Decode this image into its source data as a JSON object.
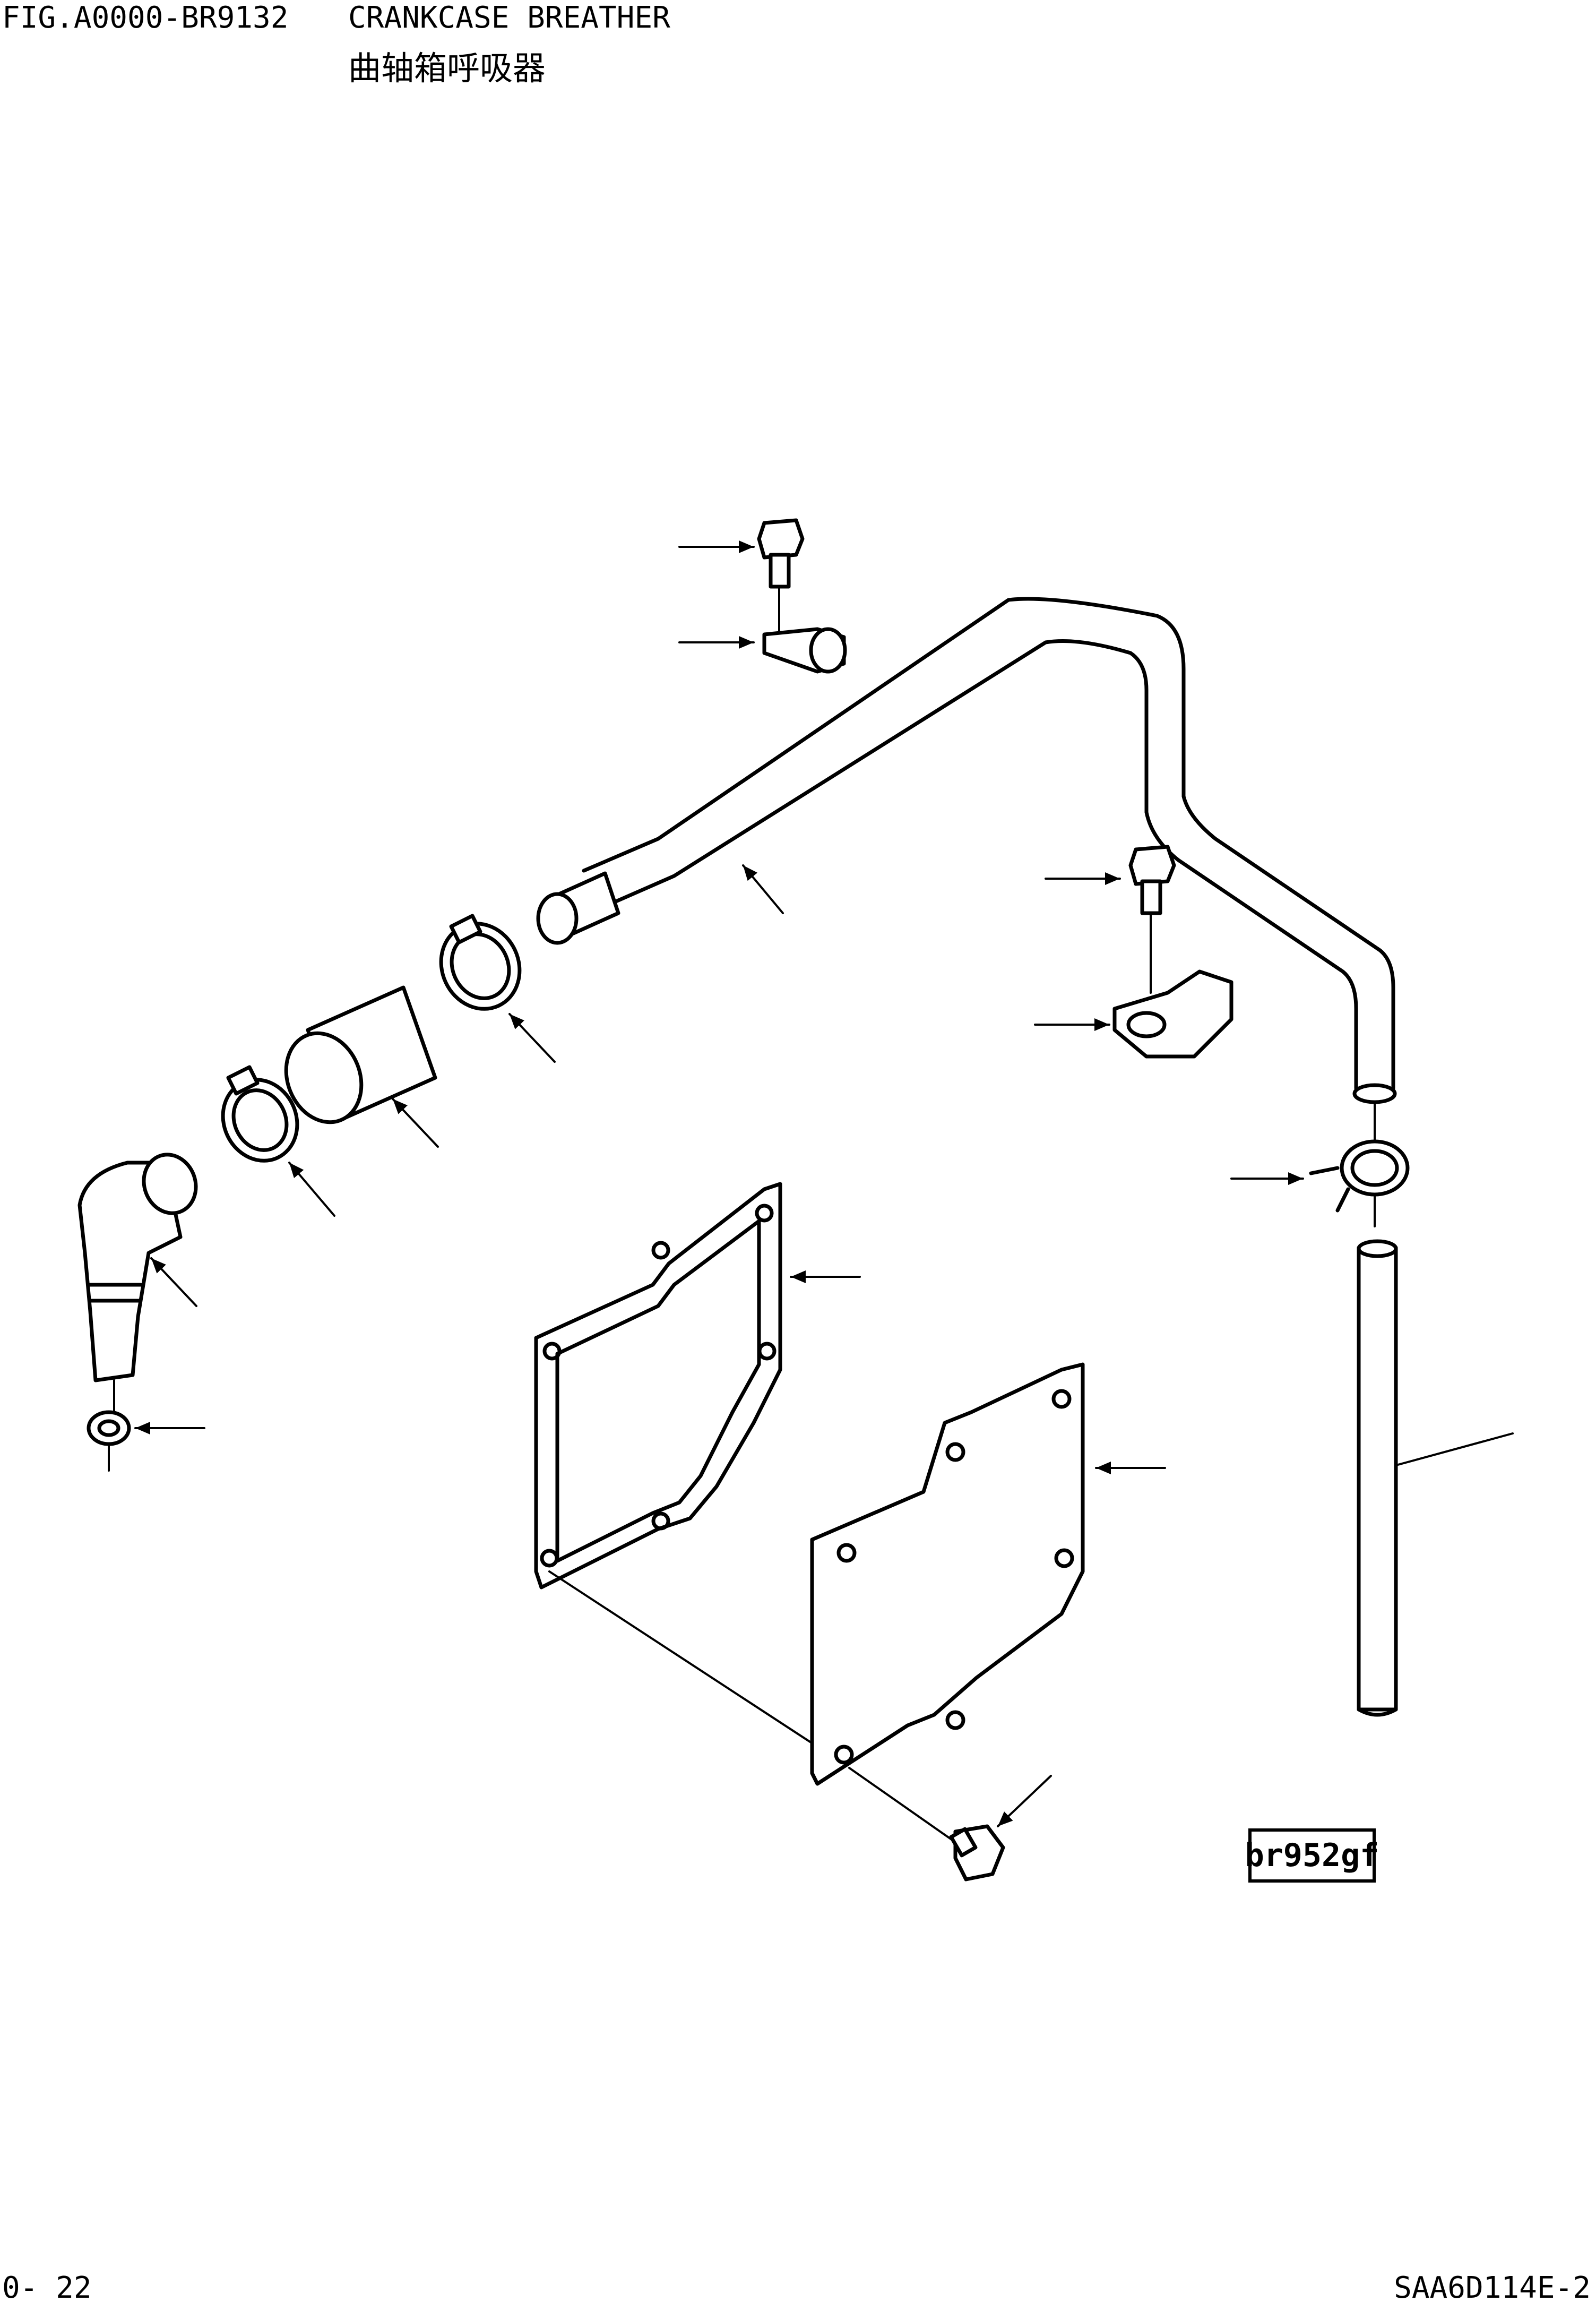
{
  "header": {
    "figure_number": "FIG.A0000-BR9132",
    "title": "CRANKCASE BREATHER",
    "title_cn": "曲轴箱呼吸器"
  },
  "diagram": {
    "reference_code": "br952gf"
  },
  "footer": {
    "page_number": "0- 22",
    "model_code": "SAA6D114E-2"
  }
}
